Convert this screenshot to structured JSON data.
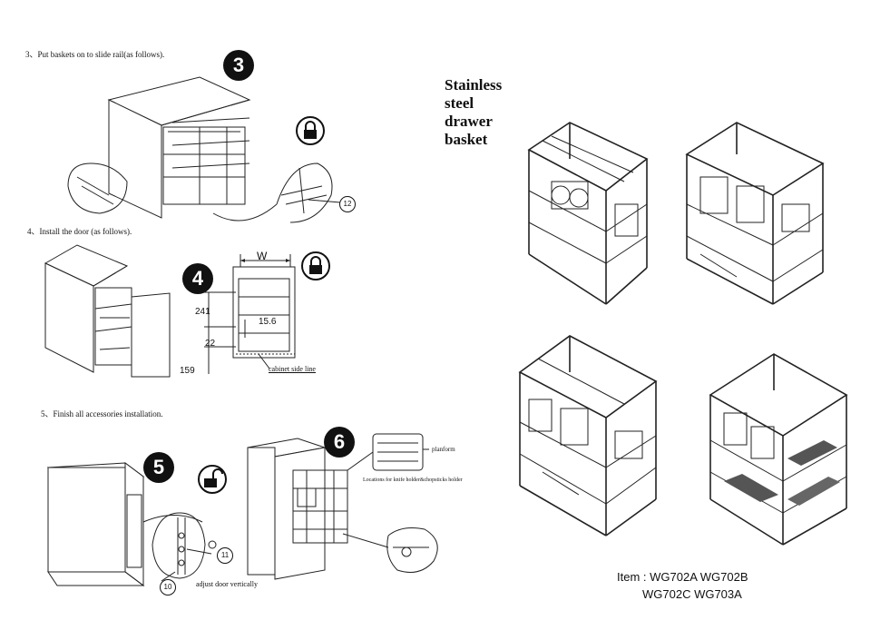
{
  "left": {
    "step3_text": "3、Put baskets on to slide rail(as follows).",
    "step4_text": "4、Install the door (as follows).",
    "step5_text": "5、Finish all accessories installation.",
    "badges": {
      "b3": "3",
      "b4": "4",
      "b5": "5",
      "b6": "6"
    },
    "callouts": {
      "c10": "10",
      "c11": "11",
      "c12": "12"
    },
    "dims": {
      "w": "W",
      "d241": "241",
      "d156": "15.6",
      "d22": "22",
      "d159": "159"
    },
    "cabinet_side_line": "cabinet side line",
    "adjust_door": "adjust door vertically",
    "platform": "planform",
    "locations": "Locations for knife holder&chopsticks holder",
    "lock_icon_names": [
      "lock-closed-icon",
      "lock-closed-icon",
      "lock-open-icon"
    ]
  },
  "right": {
    "title": "Stainless steel drawer basket",
    "item_line1": "Item : WG702A   WG702B",
    "item_line2": "WG702C   WG703A"
  }
}
